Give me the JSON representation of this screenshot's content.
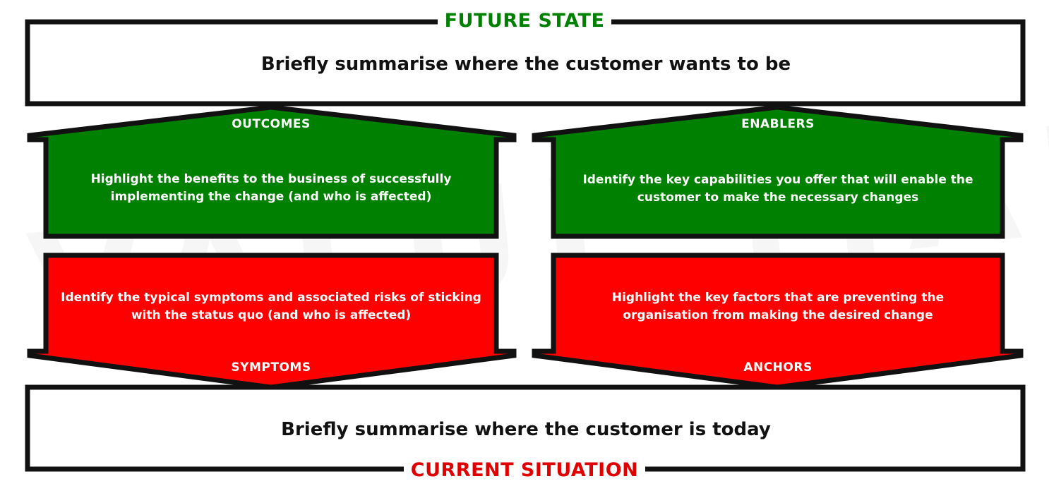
{
  "future_state": {
    "title": "FUTURE STATE",
    "text": "Briefly summarise where the customer wants to be"
  },
  "current_situation": {
    "title": "CURRENT SITUATION",
    "text": "Briefly summarise where the customer is today"
  },
  "panels": {
    "outcomes": {
      "title": "OUTCOMES",
      "text": "Highlight the benefits to the business of successfully implementing the change (and who is affected)"
    },
    "enablers": {
      "title": "ENABLERS",
      "text": "Identify the key capabilities you offer that will enable the customer to make the necessary changes"
    },
    "symptoms": {
      "title": "SYMPTOMS",
      "text": "Identify the typical symptoms and associated risks of sticking with the status quo (and who is affected)"
    },
    "anchors": {
      "title": "ANCHORS",
      "text": "Highlight the key factors that are preventing the organisation from making the desired change"
    }
  },
  "colors": {
    "green": "#008000",
    "red": "#ff0000",
    "border": "#111111",
    "future_title": "#008000",
    "current_title": "#e00000"
  }
}
